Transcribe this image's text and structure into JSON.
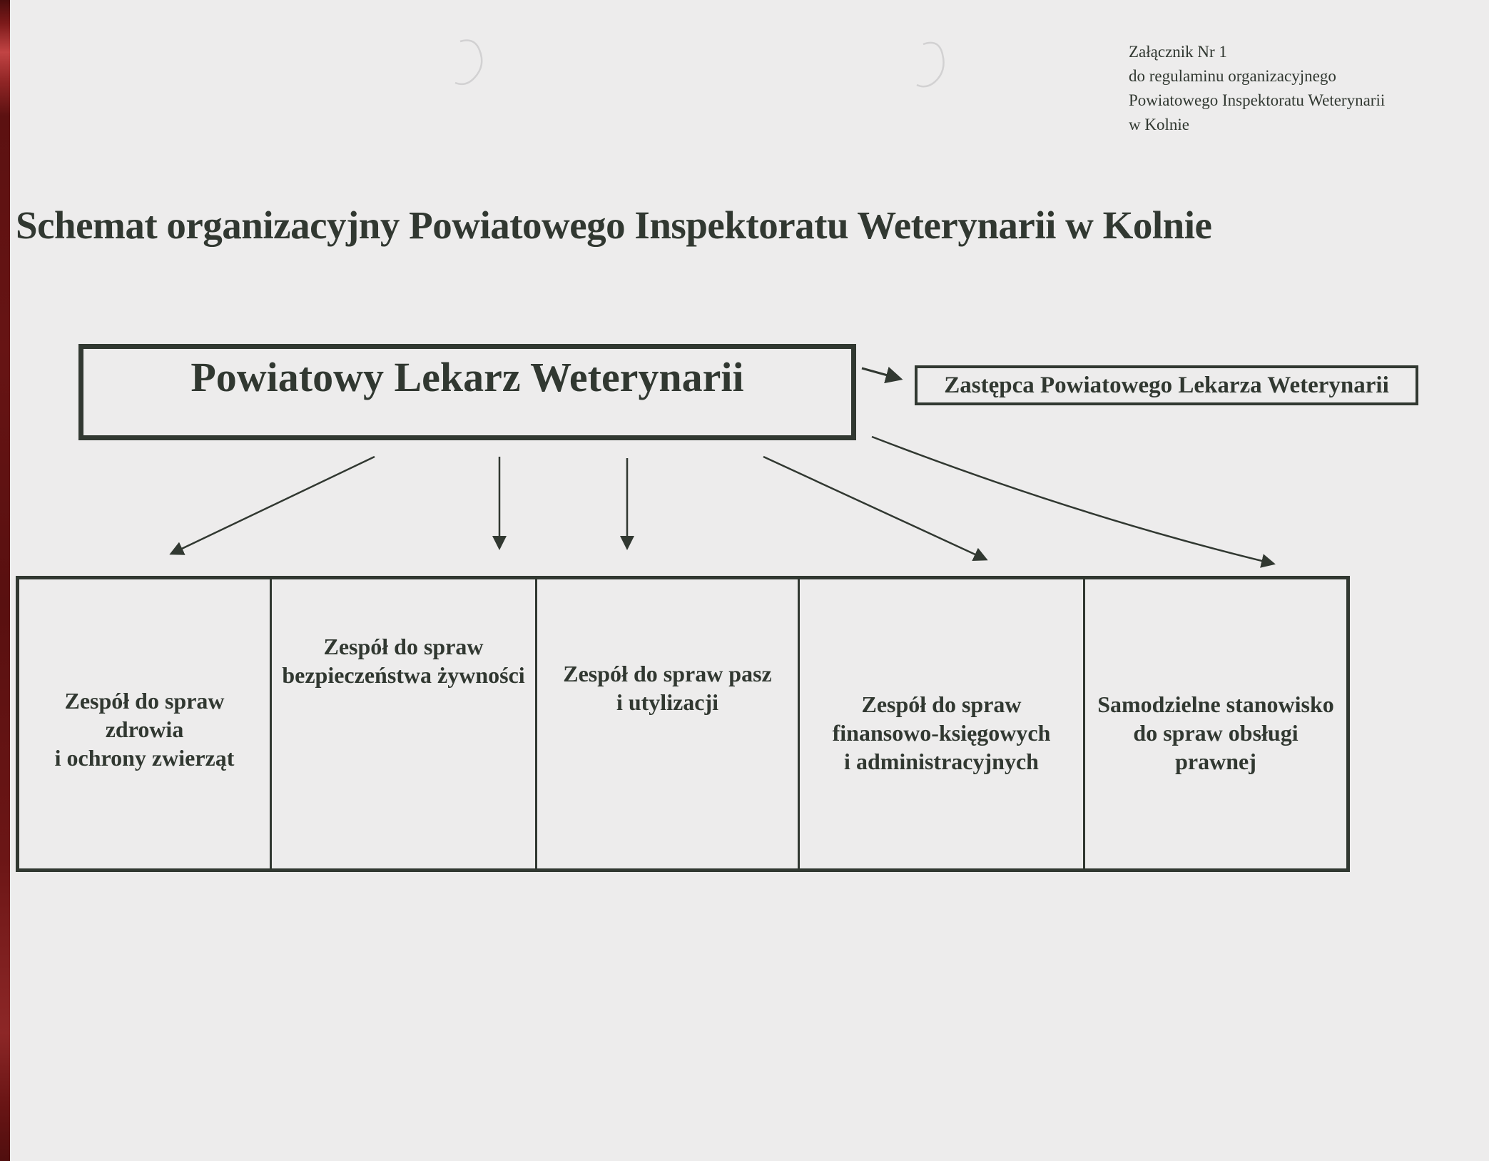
{
  "page": {
    "colors": {
      "ink": "#313831",
      "paper": "#edecec",
      "stripe": "#651313"
    }
  },
  "annotation": {
    "lines": [
      "Załącznik Nr 1",
      "do regulaminu organizacyjnego",
      "Powiatowego Inspektoratu Weterynarii",
      "w Kolnie"
    ]
  },
  "title": "Schemat organizacyjny Powiatowego Inspektoratu Weterynarii w Kolnie",
  "org_chart": {
    "root": {
      "label": "Powiatowy Lekarz Weterynarii"
    },
    "deputy": {
      "label": "Zastępca Powiatowego Lekarza Weterynarii"
    },
    "units": [
      {
        "lines": [
          "Zespół do spraw",
          "zdrowia",
          "i ochrony zwierząt"
        ]
      },
      {
        "lines": [
          "Zespół do spraw",
          "bezpieczeństwa żywności"
        ]
      },
      {
        "lines": [
          "Zespół do spraw pasz",
          "i utylizacji"
        ]
      },
      {
        "lines": [
          "Zespół do spraw",
          "finansowo-księgowych",
          "i administracyjnych"
        ]
      },
      {
        "lines": [
          "Samodzielne stanowisko",
          "do spraw obsługi",
          "prawnej"
        ]
      }
    ]
  }
}
